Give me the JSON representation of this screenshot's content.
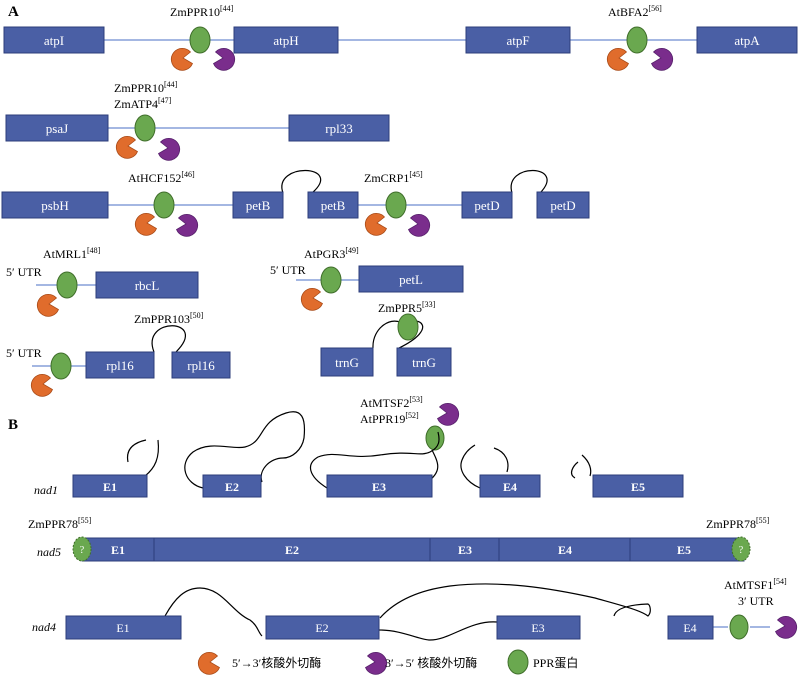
{
  "panels": {
    "a": "A",
    "b": "B"
  },
  "panel_a": {
    "row1": {
      "genes": [
        "atpI",
        "atpH",
        "atpF",
        "atpA"
      ],
      "protein_left": "ZmPPR10",
      "protein_left_ref": "[44]",
      "protein_right": "AtBFA2",
      "protein_right_ref": "[56]"
    },
    "row2": {
      "genes": [
        "psaJ",
        "rpl33"
      ],
      "protein_1": "ZmPPR10",
      "protein_1_ref": "[44]",
      "protein_2": "ZmATP4",
      "protein_2_ref": "[47]"
    },
    "row3": {
      "genes": [
        "psbH",
        "petB",
        "petB",
        "petD",
        "petD"
      ],
      "protein_left": "AtHCF152",
      "protein_left_ref": "[46]",
      "protein_right": "ZmCRP1",
      "protein_right_ref": "[45]"
    },
    "row4": {
      "left_protein": "AtMRL1",
      "left_ref": "[48]",
      "left_utr": "5′ UTR",
      "left_gene": "rbcL",
      "right_protein": "AtPGR3",
      "right_ref": "[49]",
      "right_utr": "5′ UTR",
      "right_gene": "petL"
    },
    "row5": {
      "left_protein": "ZmPPR103",
      "left_ref": "[50]",
      "left_utr": "5′ UTR",
      "left_genes": [
        "rpl16",
        "rpl16"
      ],
      "right_protein": "ZmPPR5",
      "right_ref": "[33]",
      "right_genes": [
        "trnG",
        "trnG"
      ]
    }
  },
  "panel_b": {
    "nad1": {
      "name": "nad1",
      "exons": [
        "E1",
        "E2",
        "E3",
        "E4",
        "E5"
      ],
      "protein_1": "AtMTSF2",
      "protein_1_ref": "[53]",
      "protein_2": "AtPPR19",
      "protein_2_ref": "[52]"
    },
    "nad5": {
      "name": "nad5",
      "exons": [
        "E1",
        "E2",
        "E3",
        "E4",
        "E5"
      ],
      "protein_left": "ZmPPR78",
      "protein_left_ref": "[55]",
      "protein_right": "ZmPPR78",
      "protein_right_ref": "[55]",
      "unknown_mark": "?"
    },
    "nad4": {
      "name": "nad4",
      "exons": [
        "E1",
        "E2",
        "E3",
        "E4"
      ],
      "protein": "AtMTSF1",
      "protein_ref": "[54]",
      "utr": "3′ UTR"
    }
  },
  "legend": {
    "exo53": "5′→3′核酸外切酶",
    "exo35": "3′→5′ 核酸外切酶",
    "ppr": "PPR蛋白"
  },
  "colors": {
    "gene_box": "#4a5fa5",
    "ppr_protein": "#6aa84f",
    "exonuclease_5to3": "#e06c2c",
    "exonuclease_3to5": "#7a2d8c"
  }
}
